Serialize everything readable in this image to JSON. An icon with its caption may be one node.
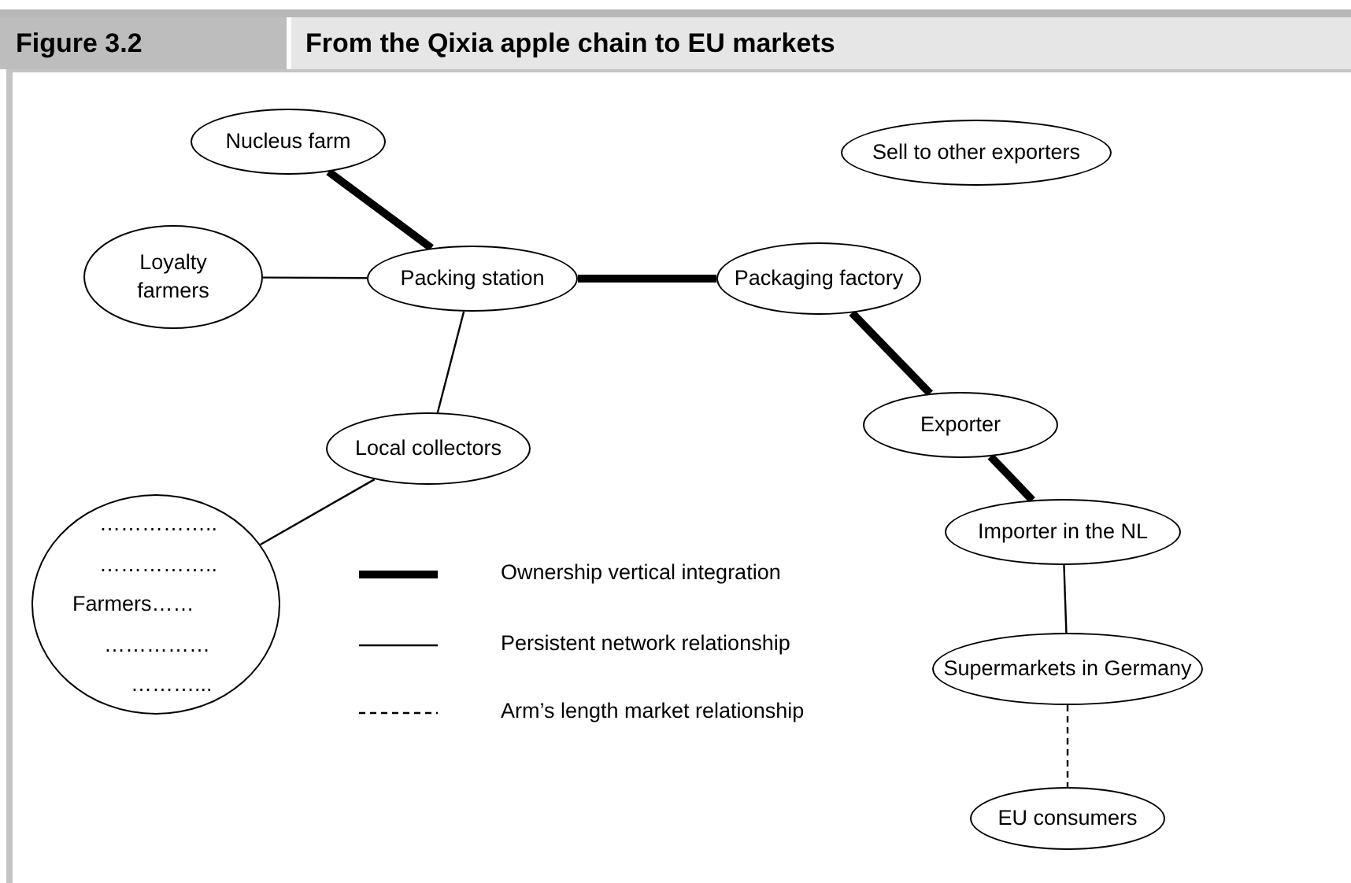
{
  "diagram": {
    "title": "From the Qixia apple chain to EU markets",
    "nodes": [
      {
        "text": [
          "Nucleus farm"
        ]
      },
      {
        "text": [
          "Loyalty farmers"
        ]
      },
      {
        "text": [
          "Packing station"
        ]
      },
      {
        "text": [
          "Sell to other exporters"
        ]
      },
      {
        "text": [
          "Packaging factory"
        ]
      },
      {
        "text": [
          "Local collectors"
        ]
      },
      {
        "text": [
          "……………..",
          "……………..",
          "Farmers……",
          "……………",
          "………..."
        ]
      },
      {
        "text": [
          "Exporter"
        ]
      },
      {
        "text": [
          "Importer in the NL"
        ]
      },
      {
        "text": [
          "Supermarkets in Germany"
        ]
      },
      {
        "text": [
          "EU consumers"
        ]
      }
    ],
    "edges": [
      {
        "from": 0,
        "to": 2,
        "arrow": "none",
        "style": "thick"
      },
      {
        "from": 1,
        "to": 2,
        "arrow": "none"
      },
      {
        "from": 2,
        "to": 4,
        "arrow": "none",
        "style": "thick"
      },
      {
        "from": 2,
        "to": 5,
        "arrow": "none"
      },
      {
        "from": 5,
        "to": 6,
        "arrow": "none"
      },
      {
        "from": 4,
        "to": 7,
        "arrow": "none",
        "style": "thick"
      },
      {
        "from": 7,
        "to": 8,
        "arrow": "none",
        "style": "thick"
      },
      {
        "from": 8,
        "to": 9,
        "arrow": "none"
      },
      {
        "from": 9,
        "to": 10,
        "arrow": "none",
        "style": "dashed"
      }
    ],
    "labels": [
      "Figure 3.2"
    ],
    "legend": [
      {
        "text": "Ownership vertical integration"
      },
      {
        "text": "Persistent network relationship"
      },
      {
        "text": "Arm’s length market relationship"
      }
    ]
  }
}
